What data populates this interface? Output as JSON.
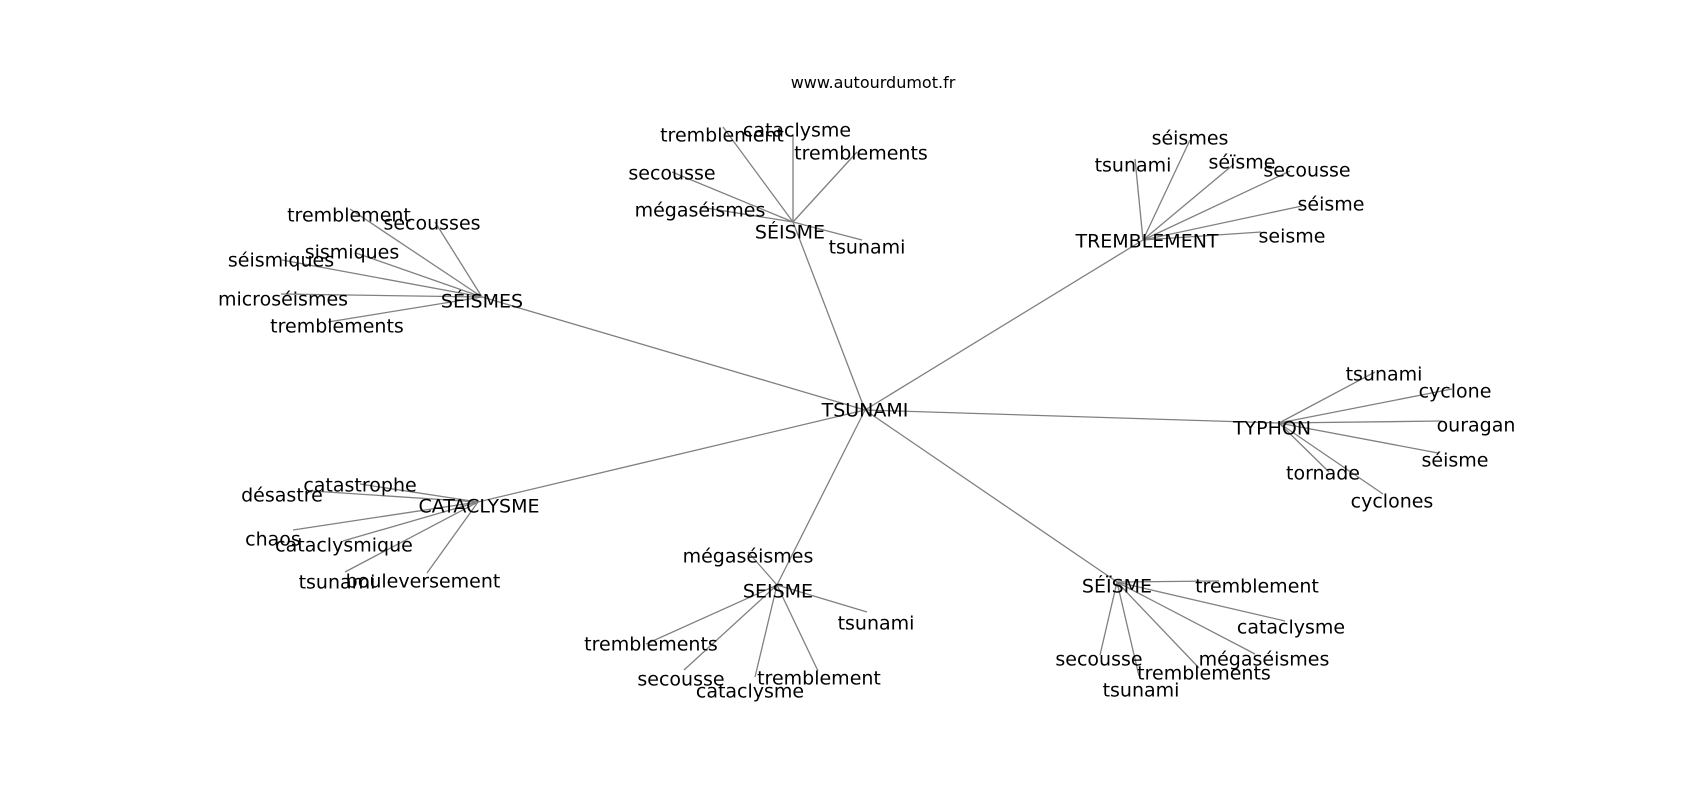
{
  "watermark": "www.autourdumot.fr",
  "graph": {
    "center": "TSUNAMI",
    "clusters": [
      {
        "label": "SÉISME",
        "neighbors": [
          "tremblement",
          "cataclysme",
          "tremblements",
          "secousse",
          "mégaséismes",
          "tsunami"
        ]
      },
      {
        "label": "TREMBLEMENT",
        "neighbors": [
          "séismes",
          "tsunami",
          "séïsme",
          "secousse",
          "séisme",
          "seisme"
        ]
      },
      {
        "label": "SÉISMES",
        "neighbors": [
          "tremblement",
          "secousses",
          "sismiques",
          "séismiques",
          "microséismes",
          "tremblements"
        ]
      },
      {
        "label": "TYPHON",
        "neighbors": [
          "tsunami",
          "cyclone",
          "ouragan",
          "séisme",
          "tornade",
          "cyclones"
        ]
      },
      {
        "label": "CATACLYSME",
        "neighbors": [
          "catastrophe",
          "désastre",
          "chaos",
          "cataclysmique",
          "tsunami",
          "bouleversement"
        ]
      },
      {
        "label": "SEISME",
        "neighbors": [
          "mégaséismes",
          "tsunami",
          "tremblements",
          "secousse",
          "tremblement",
          "cataclysme"
        ]
      },
      {
        "label": "SÉÏSME",
        "neighbors": [
          "tremblement",
          "cataclysme",
          "mégaséismes",
          "secousse",
          "tremblements",
          "tsunami"
        ]
      }
    ]
  }
}
